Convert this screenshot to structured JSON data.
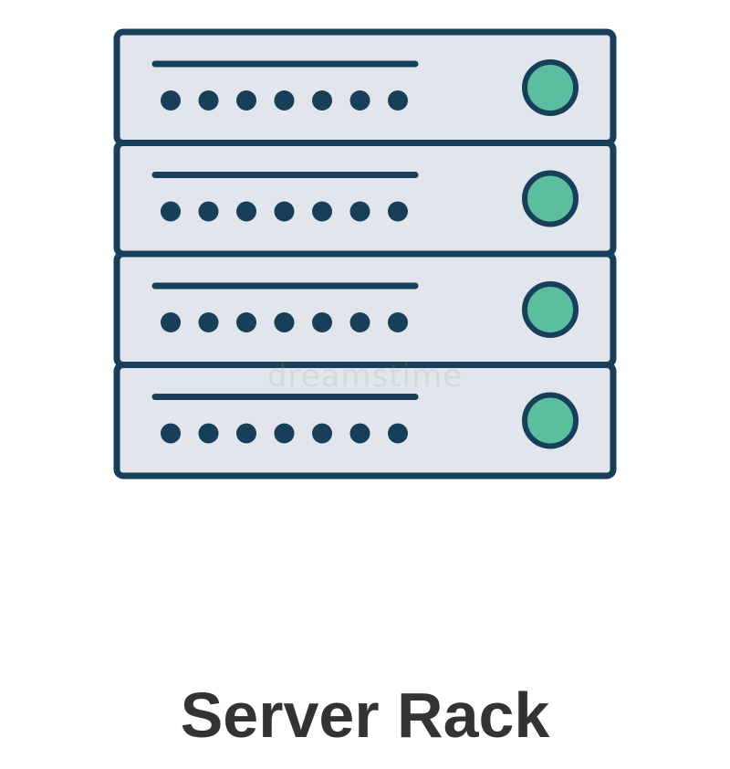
{
  "caption": "Server Rack",
  "watermark": "dreamstime",
  "colors": {
    "outline": "#173f5a",
    "panel_fill": "#e2e6ec",
    "status_light": "#5bbf9f",
    "caption_text": "#333333"
  },
  "rack": {
    "unit_count": 4,
    "dots_per_unit": 7,
    "icons": [
      "server-unit-icon",
      "status-light-icon",
      "indicator-dot-icon"
    ]
  }
}
